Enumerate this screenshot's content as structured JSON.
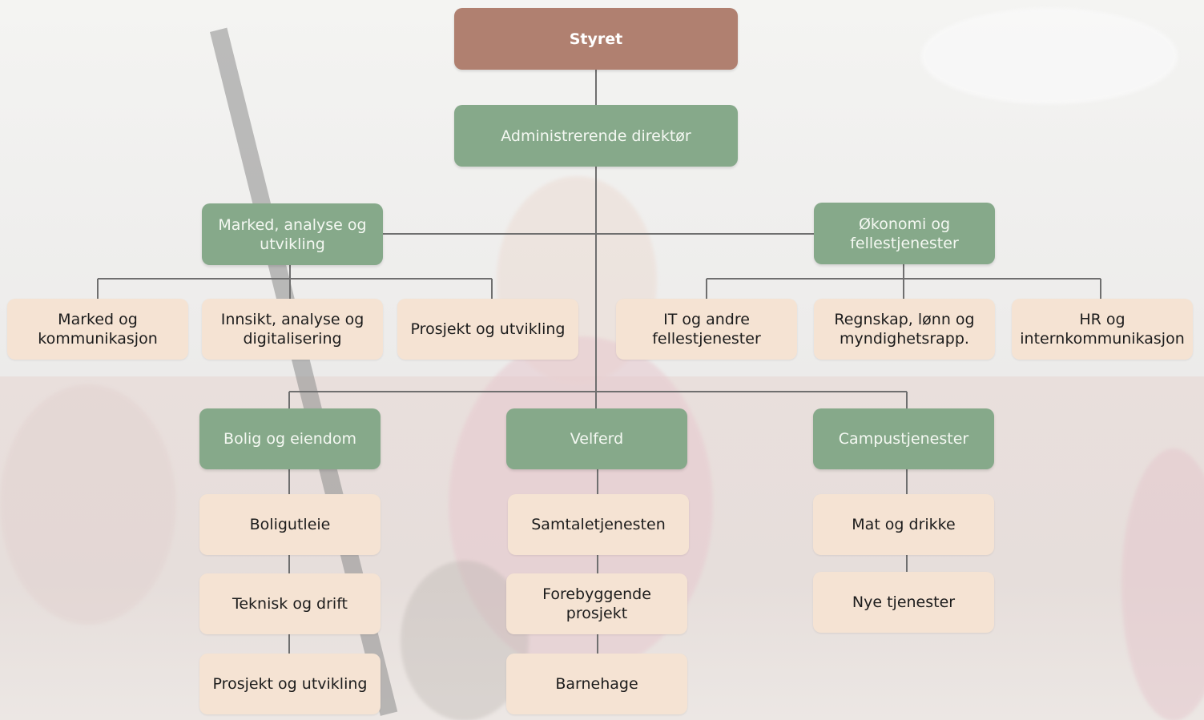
{
  "chart": {
    "root": "Styret",
    "ceo": "Administrerende direktør",
    "divisions": {
      "marked": {
        "label": "Marked, analyse og utvikling",
        "children": [
          "Marked og kommunikasjon",
          "Innsikt, analyse og digitalisering",
          "Prosjekt og utvikling"
        ]
      },
      "okonomi": {
        "label": "Økonomi og fellestjenester",
        "children": [
          "IT og andre fellestjenester",
          "Regnskap, lønn og myndighetsrapp.",
          "HR og internkommunikasjon"
        ]
      },
      "bolig": {
        "label": "Bolig og eiendom",
        "children": [
          "Boligutleie",
          "Teknisk og drift",
          "Prosjekt og utvikling"
        ]
      },
      "velferd": {
        "label": "Velferd",
        "children": [
          "Samtaletjenesten",
          "Forebyggende prosjekt",
          "Barnehage"
        ]
      },
      "campus": {
        "label": "Campustjenester",
        "children": [
          "Mat og drikke",
          "Nye tjenester"
        ]
      }
    }
  },
  "colors": {
    "root": "#b08070",
    "division": "#86a98a",
    "unit": "#f5e3d3",
    "connector": "#6f6f6f"
  }
}
